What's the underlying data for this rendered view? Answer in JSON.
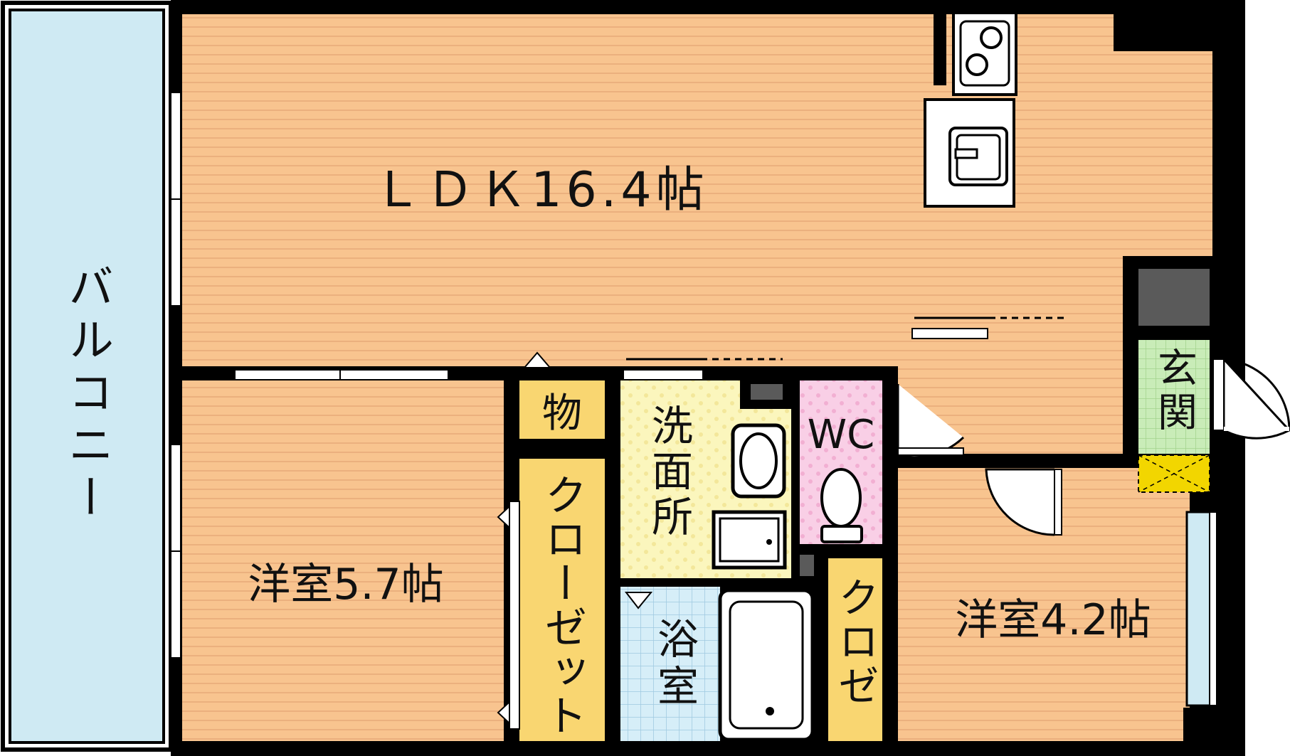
{
  "rooms": {
    "ldk": {
      "label": "ＬＤＫ16.4帖"
    },
    "western_room_a": {
      "label": "洋室5.7帖"
    },
    "western_room_b": {
      "label": "洋室4.2帖"
    },
    "balcony": {
      "label": "バルコニー"
    },
    "storage": {
      "label": "物"
    },
    "closet_large": {
      "label": "クローゼット"
    },
    "closet_small": {
      "label": "クロゼ"
    },
    "washroom": {
      "label": "洗面所"
    },
    "bathroom": {
      "label": "浴室"
    },
    "toilet": {
      "label": "WC"
    },
    "entrance": {
      "label": "玄関"
    }
  },
  "colors": {
    "floor_wood": "#f8c48f",
    "floor_line": "#e7a978",
    "balcony": "#cfeaf3",
    "closet": "#f9d671",
    "washroom": "#fbf6bd",
    "bathroom": "#d6eef8",
    "toilet": "#f9cfe6",
    "entrance": "#c9ecb8",
    "wall": "#000000",
    "shoe_box": "#f2d600",
    "pillar": "#5a5a5a"
  }
}
